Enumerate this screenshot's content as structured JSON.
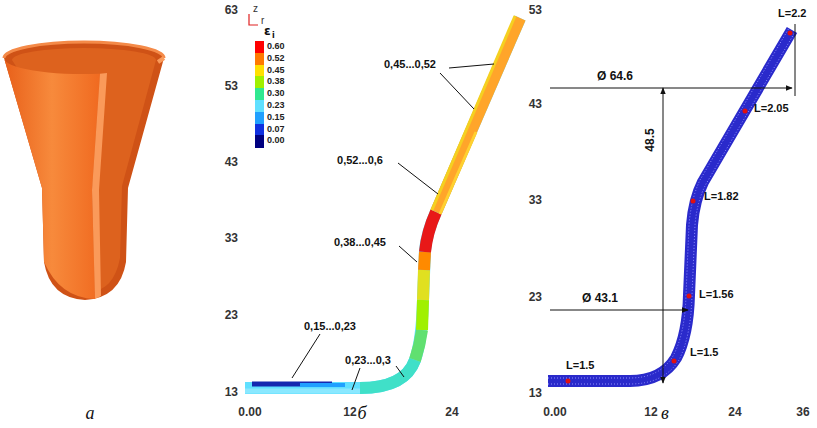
{
  "diagram": {
    "labels": [
      "а",
      "б",
      "в",
      "63",
      "53",
      "43",
      "33",
      "23",
      "13",
      "0.00",
      "12",
      "24",
      "z",
      "r",
      "ε",
      "i",
      "0,45...0,52",
      "0,52...0,6",
      "0,38...0,45",
      "0,15...0,23",
      "0,23...0,3",
      "53",
      "43",
      "33",
      "23",
      "13",
      "0.00",
      "12",
      "24",
      "36",
      "Ø 64.6",
      "48.5",
      "Ø 43.1",
      "L=2.2",
      "L=2.05",
      "L=1.82",
      "L=1.56",
      "L=1.5",
      "L=1.5"
    ],
    "legend": [
      {
        "text": "0.60",
        "color": "#ff0000"
      },
      {
        "text": "0.52",
        "color": "#ff7a00"
      },
      {
        "text": "0.45",
        "color": "#ffe000"
      },
      {
        "text": "0.38",
        "color": "#a0f000"
      },
      {
        "text": "0.30",
        "color": "#30e890"
      },
      {
        "text": "0.23",
        "color": "#60e0ff"
      },
      {
        "text": "0.15",
        "color": "#20a0ff"
      },
      {
        "text": "0.07",
        "color": "#1030e0"
      },
      {
        "text": "0.00",
        "color": "#000080"
      }
    ]
  }
}
